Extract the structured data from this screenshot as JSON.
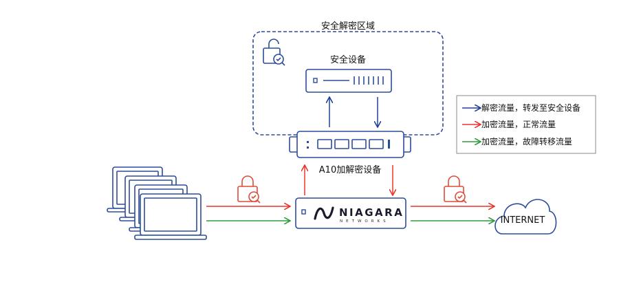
{
  "zone": {
    "title": "安全解密区域"
  },
  "security_device": {
    "label": "安全设备"
  },
  "decrypt_device": {
    "label": "A10加解密设备"
  },
  "niagara": {
    "brand": "NIAGARA",
    "sub": "NETWORKS"
  },
  "internet": {
    "label": "INTERNET"
  },
  "legend": {
    "items": [
      {
        "label": "解密流量，转发至安全设备",
        "color": "#1f3f9a"
      },
      {
        "label": "加密流量，正常流量",
        "color": "#e8352b"
      },
      {
        "label": "加密流量，故障转移流量",
        "color": "#2e9a3c"
      }
    ]
  },
  "colors": {
    "device_stroke": "#2a4a9c",
    "lock": "#e04a35",
    "cloud": "#2a4a9c"
  },
  "icons": [
    "laptop-icon",
    "lock-icon",
    "unlock-icon",
    "cloud-icon",
    "server-icon"
  ]
}
